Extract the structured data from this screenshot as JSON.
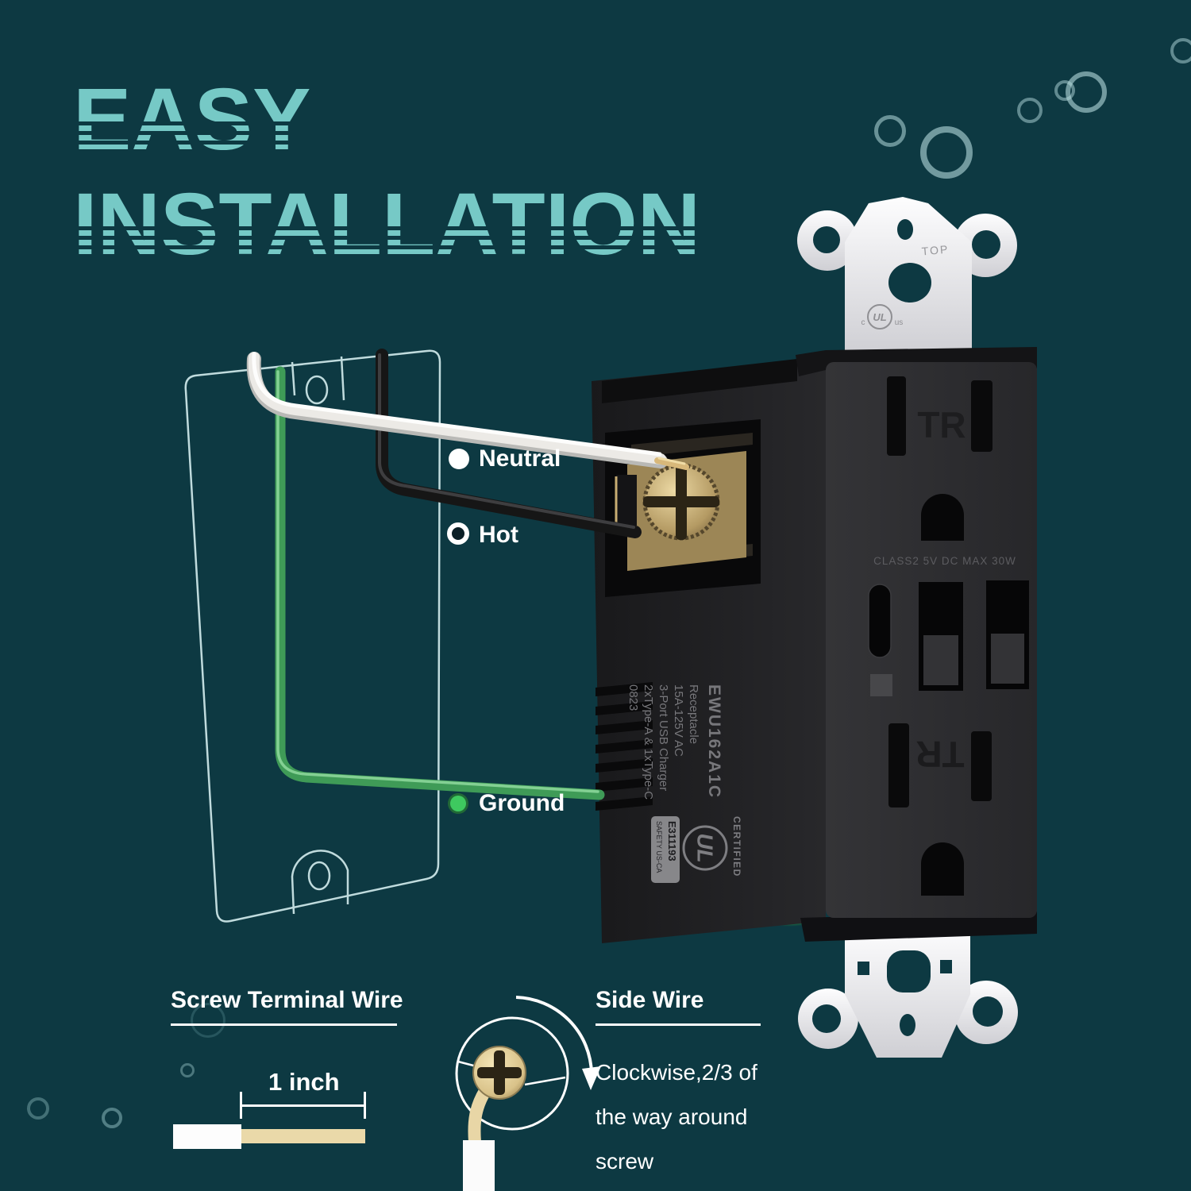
{
  "colors": {
    "background": "#0d3942",
    "title": "#76c9c6",
    "plate_outline": "#d4edee",
    "neutral_wire": "#eceae6",
    "hot_wire": "#161616",
    "ground_wire": "#3f9b57",
    "ground_dot": "#3ec95f",
    "copper": "#ead9a9",
    "brass": "#b49a63",
    "device_body": "#2c2c2f",
    "strap": "#f2f2f4"
  },
  "title": {
    "line1": "EASY",
    "line2": "INSTALLATION"
  },
  "wire_labels": {
    "neutral": "Neutral",
    "hot": "Hot",
    "ground": "Ground"
  },
  "device": {
    "strap_top": "TOP",
    "ul_small": {
      "c": "c",
      "ul": "UL",
      "us": "us"
    },
    "tr": "TR",
    "class_text": "CLASS2 5V DC MAX 30W",
    "side_label": {
      "model": "EWU162A1C",
      "line1": "Receptacle",
      "line2": "15A-125V AC",
      "line3": "3-Port USB Charger",
      "line4": "2xType-A & 1xType-C",
      "date_code": "0823",
      "cert_ul": "UL",
      "cert_certified": "CERTIFIED",
      "cert_safety": "SAFETY US-CA",
      "cert_file": "E311193"
    }
  },
  "instructions": {
    "screw_terminal": {
      "title": "Screw Terminal Wire",
      "measure": "1 inch"
    },
    "side_wire": {
      "title": "Side Wire",
      "line1": "Clockwise,2/3 of",
      "line2": "the way around",
      "line3": "screw"
    }
  }
}
